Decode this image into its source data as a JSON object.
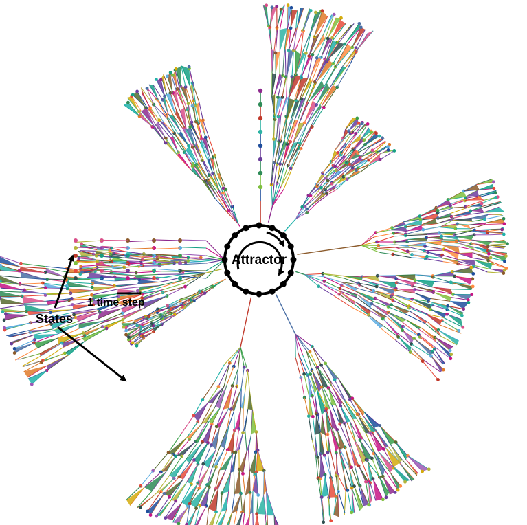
{
  "labels": {
    "attractor": "Attractor",
    "states": "States",
    "scale": "1 time step"
  },
  "colors": {
    "background": "#ffffff",
    "attractor_ring": "#000000",
    "annotation": "#000000",
    "branch_palette": [
      "#8e2a8e",
      "#2e8b57",
      "#1f4e9c",
      "#c0392b",
      "#7fbf3f",
      "#2bb3a3",
      "#e07b2a",
      "#6a3d9a",
      "#b5b53a",
      "#4a6fa5",
      "#d94f8a",
      "#3a9f4a",
      "#9b59b6",
      "#16a085",
      "#8b5a2b",
      "#5dade2",
      "#c71585",
      "#556b2f",
      "#ff8c42",
      "#20b2aa",
      "#6b3fa0",
      "#2f4f4f",
      "#d4ac0d",
      "#e74c3c"
    ]
  },
  "diagram": {
    "type": "state-transition-graph",
    "attractor_states": 16,
    "icons": [
      "attractor-cycle-arrow-icon",
      "arrow-icon"
    ]
  }
}
